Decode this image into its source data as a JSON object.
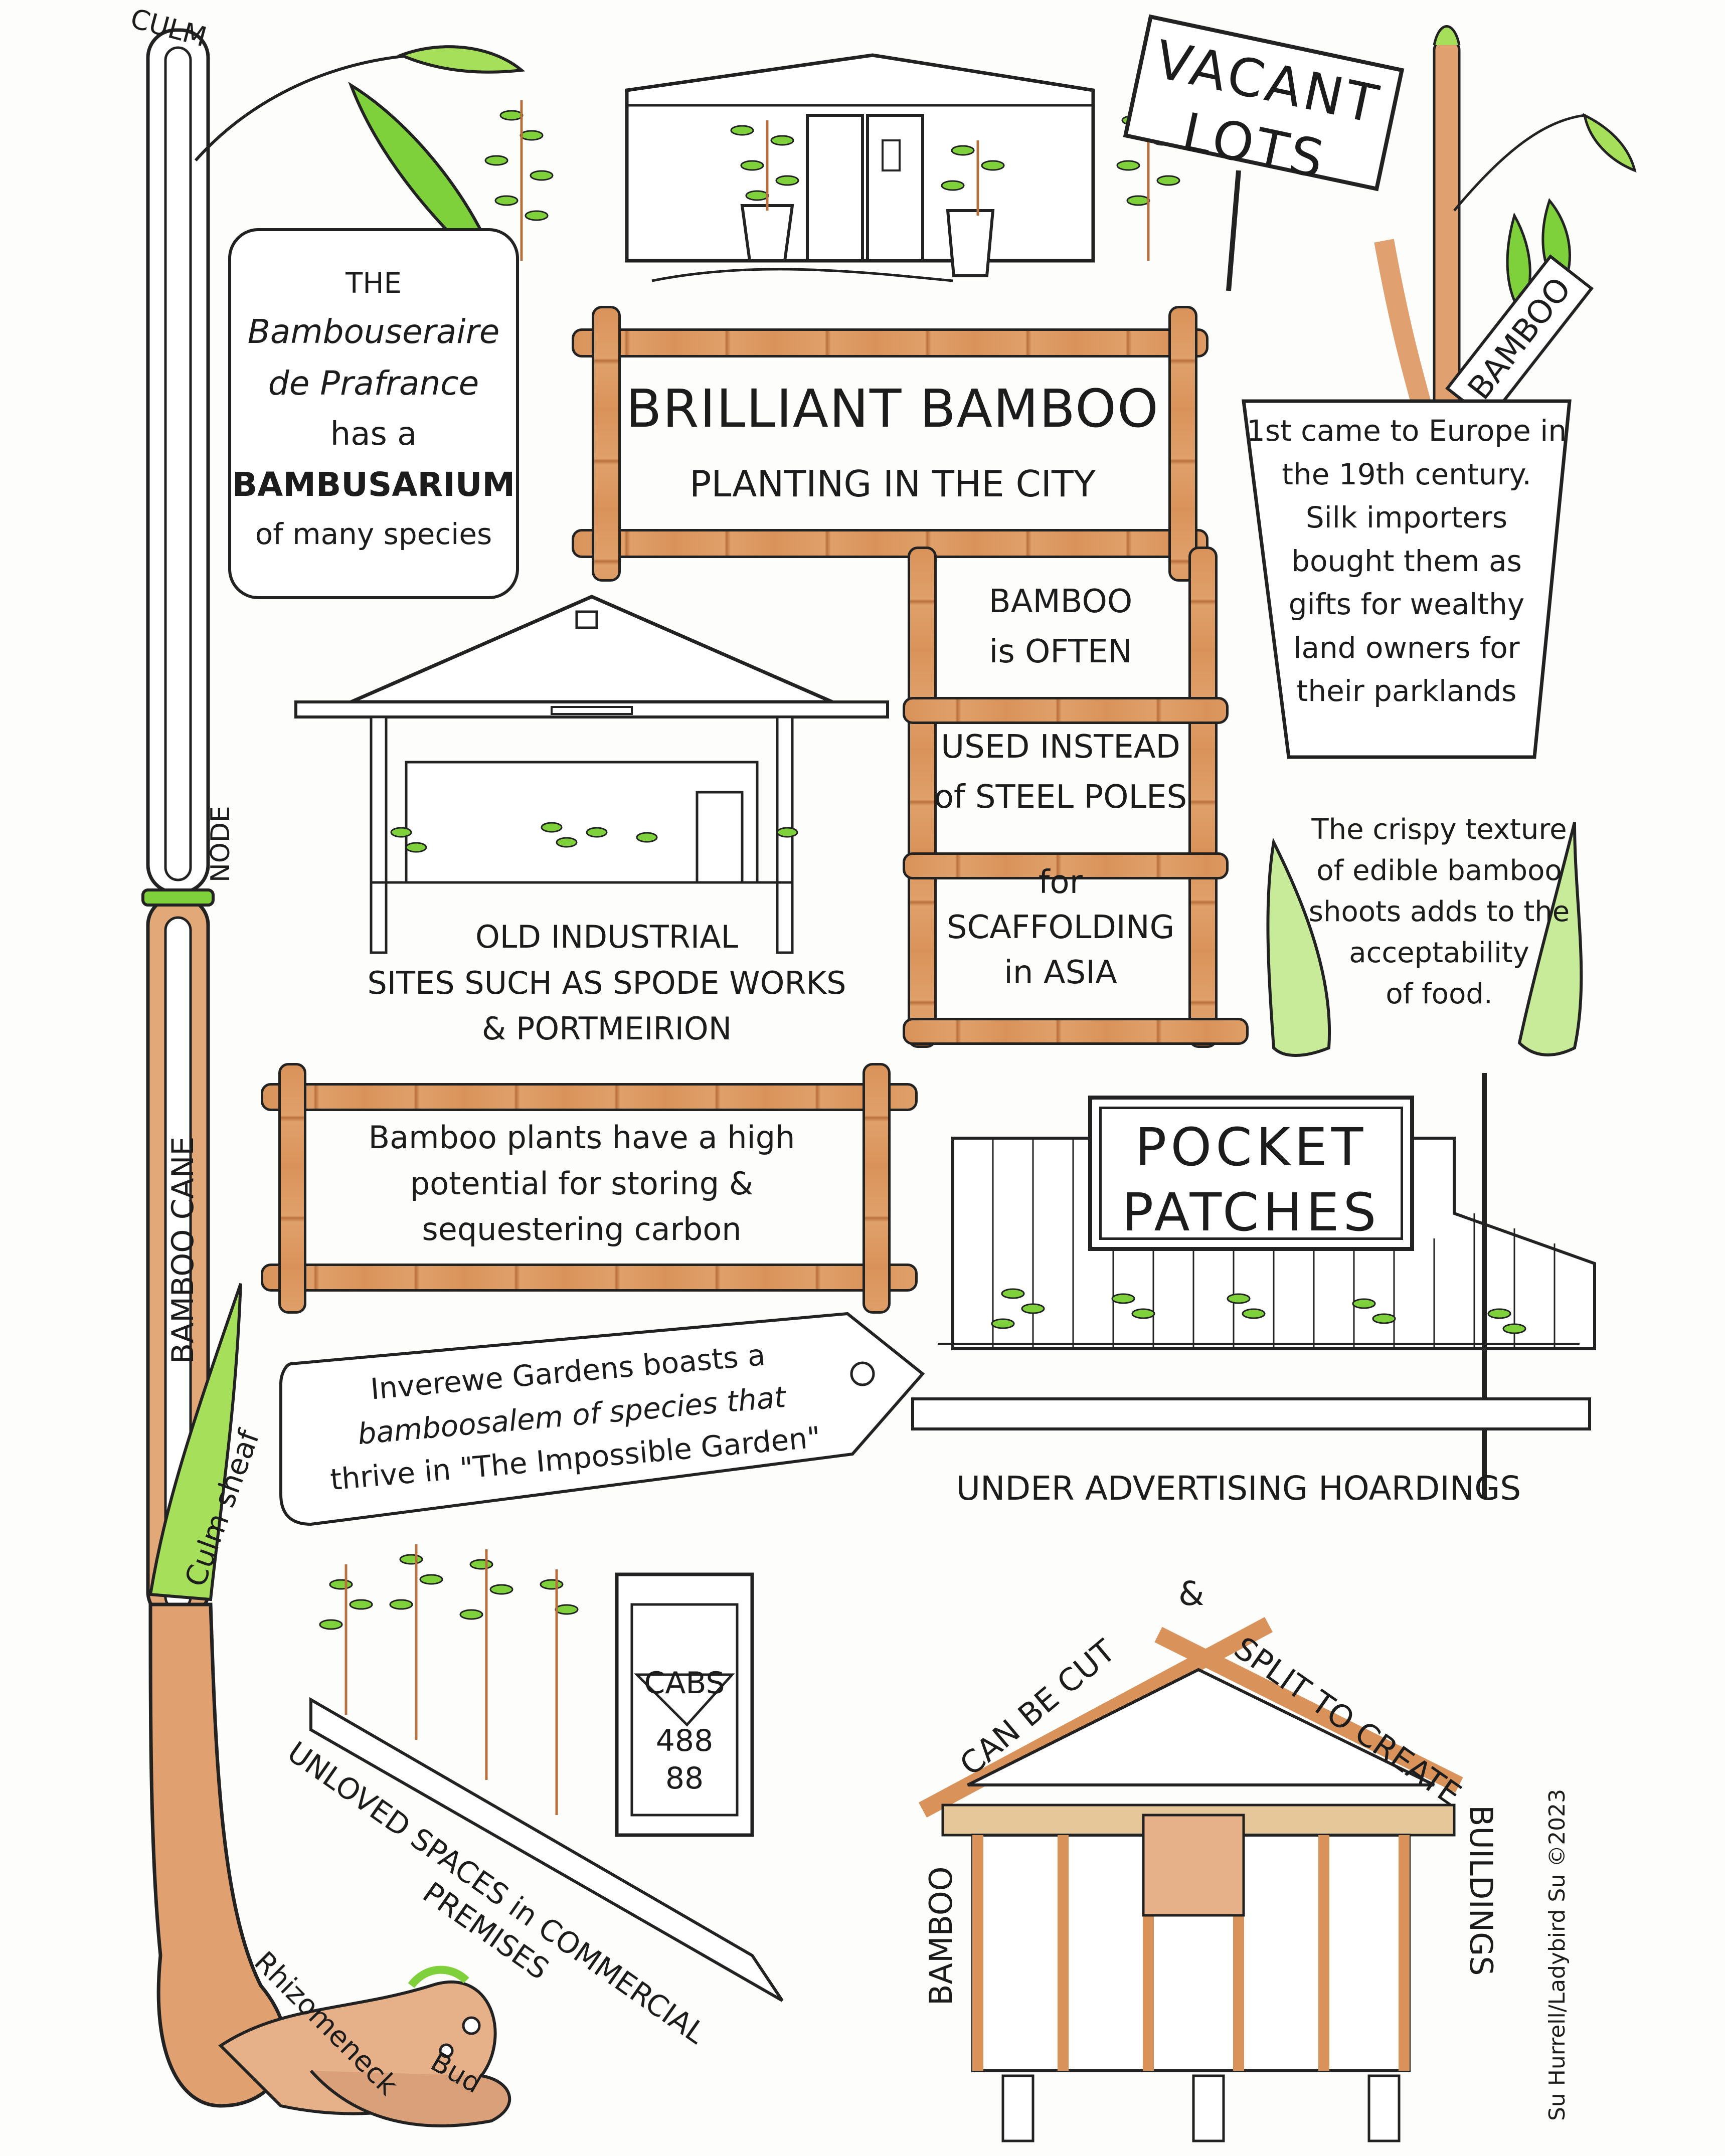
{
  "cane": {
    "culm": "CULM",
    "node": "NODE",
    "bamboo_cane": "BAMBOO CANE",
    "culm_sheaf": "Culm sheaf",
    "rhizomeneck": "Rhizomeneck",
    "bud": "Bud"
  },
  "bambouseraie": {
    "line1": "THE",
    "line2": "Bambouseraire",
    "line3": "de Prafrance",
    "line4": "has a",
    "line5": "BAMBUSARIUM",
    "line6": "of many species"
  },
  "vacant_sign": {
    "line1": "VACANT",
    "line2": "LOTS"
  },
  "bamboo_label": "BAMBOO",
  "europe": {
    "line1": "1st came to Europe in",
    "line2": "the 19th century.",
    "line3": "Silk importers",
    "line4": "bought them as",
    "line5": "gifts for wealthy",
    "line6": "land owners for",
    "line7": "their parklands"
  },
  "title": {
    "main": "BRILLIANT BAMBOO",
    "sub": "PLANTING IN THE CITY"
  },
  "scaffold": {
    "line1": "BAMBOO",
    "line2": "is OFTEN",
    "line3": "USED INSTEAD",
    "line4": "of STEEL POLES",
    "line5": "for",
    "line6": "SCAFFOLDING",
    "line7": "in ASIA"
  },
  "industrial": {
    "line1": "OLD INDUSTRIAL",
    "line2": "SITES SUCH AS SPODE WORKS",
    "line3": "& PORTMEIRION"
  },
  "shoots": {
    "line1": "The crispy texture",
    "line2": "of edible bamboo",
    "line3": "shoots adds to the",
    "line4": "acceptability",
    "line5": "of food."
  },
  "carbon": {
    "line1": "Bamboo plants have a high",
    "line2": "potential for storing &",
    "line3": "sequestering carbon"
  },
  "pocket": {
    "line1": "POCKET",
    "line2": "PATCHES"
  },
  "inverewe": {
    "line1": "Inverewe Gardens boasts a",
    "line2": "bamboosalem of species that",
    "line3": "thrive in \"The Impossible Garden\""
  },
  "hoardings": "UNDER ADVERTISING HOARDINGS",
  "cabs": {
    "line1": "CABS",
    "line2": "488 88"
  },
  "unloved": {
    "line1": "UNLOVED SPACES in COMMERCIAL",
    "line2": "PREMISES"
  },
  "buildings": {
    "amp": "&",
    "cut": "CAN BE CUT",
    "split": "SPLIT TO CREATE",
    "bamboo": "BAMBOO",
    "buildings": "BUILDINGS"
  },
  "credit": "Su Hurrell/Ladybird Su ©2023",
  "colors": {
    "bamboo": "#d9935a",
    "leaf": "#7fd13b",
    "ink": "#1c1c1c"
  }
}
